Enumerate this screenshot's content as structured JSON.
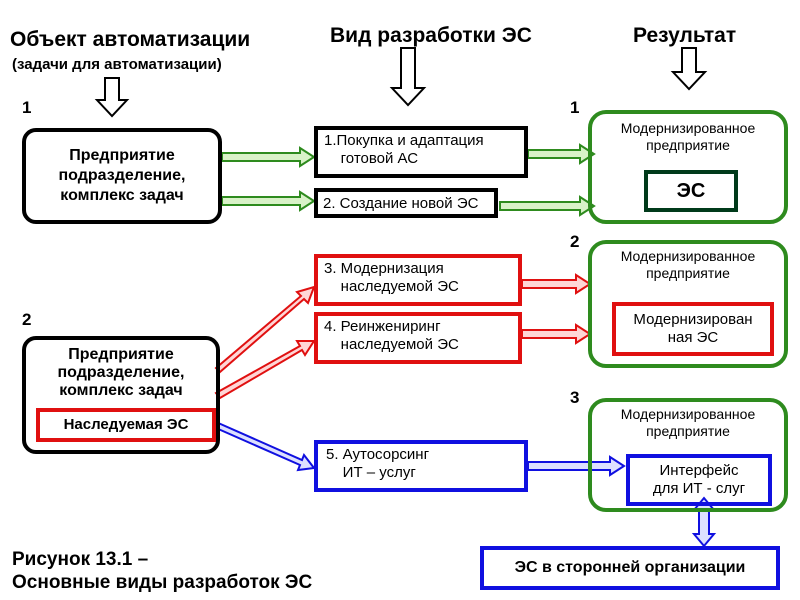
{
  "headers": {
    "object": "Объект автоматизации",
    "object_sub": "(задачи для автоматизации)",
    "kind": "Вид разработки ЭС",
    "result": "Результат"
  },
  "numbers": {
    "left1": "1",
    "left2": "2",
    "right1": "1",
    "right2": "2",
    "right3": "3"
  },
  "left_boxes": {
    "enterprise1": "Предприятие\nподразделение,\nкомплекс задач",
    "enterprise2": "Предприятие\nподразделение,\nкомплекс задач",
    "legacy": "Наследуемая ЭС"
  },
  "options": {
    "opt1": "1.Покупка и адаптация\n    готовой АС",
    "opt2": "2. Создание новой ЭС",
    "opt3": "3. Модернизация\n    наследуемой ЭС",
    "opt4": "4. Реинжениринг\n    наследуемой ЭС",
    "opt5": "5. Аутосорсинг\n    ИТ – услуг"
  },
  "results": {
    "r1_title": "Модернизированное\nпредприятие",
    "r1_inner": "ЭС",
    "r2_title": "Модернизированное\nпредприятие",
    "r2_inner": "Модернизирован\nная ЭС",
    "r3_title": "Модернизированное\nпредприятие",
    "r3_inner": "Интерфейс\nдля ИТ - слуг",
    "third_party": "ЭС в сторонней организации"
  },
  "caption": {
    "line1": "Рисунок 13.1 –",
    "line2": "Основные виды разработок ЭС"
  },
  "colors": {
    "green": "#2e8b1e",
    "red": "#e01010",
    "blue": "#1010e0",
    "dark": "#003a1a"
  }
}
